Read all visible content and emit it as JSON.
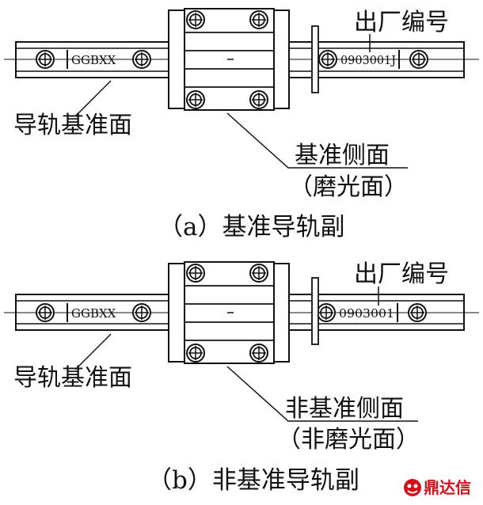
{
  "panel_a": {
    "rail_code": "GGBXX",
    "serial": "0903001J",
    "factory_number_label": "出厂编号",
    "rail_reference_face_label": "导轨基准面",
    "block_side_label": "基准侧面",
    "block_side_sublabel": "（磨光面）",
    "caption": "（a）基准导轨副"
  },
  "panel_b": {
    "rail_code": "GGBXX",
    "serial": "0903001",
    "factory_number_label": "出厂编号",
    "rail_reference_face_label": "导轨基准面",
    "block_side_label": "非基准侧面",
    "block_side_sublabel": "（非磨光面）",
    "caption": "（b）非基准导轨副"
  },
  "watermark": {
    "text": "鼎达信",
    "color": "#d0111b"
  }
}
